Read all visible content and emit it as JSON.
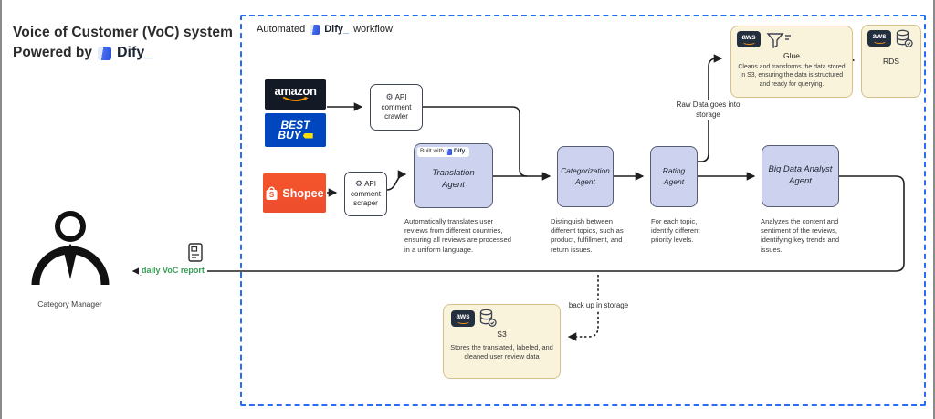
{
  "colors": {
    "frame_blue": "#2a6df4",
    "dify_blue": "#2f6bdf",
    "agent_fill": "#cdd3ef",
    "aws_fill": "#faf3dc",
    "aws_navy": "#232f3e",
    "aws_orange": "#f29111",
    "report_green": "#359e54",
    "amazon_bg": "#131a26",
    "bestbuy_blue": "#0046be",
    "bestbuy_yellow": "#ffe000",
    "shopee_orange": "#ee4d2d"
  },
  "title": {
    "line1": "Voice of Customer (VoC) system",
    "line2": "Powered by",
    "brand": "Dify",
    "brand_mark": "_"
  },
  "workflow_header": {
    "prefix": "Automated",
    "brand": "Dify",
    "brand_mark": "_",
    "suffix": "workflow"
  },
  "sources": {
    "amazon": "amazon",
    "bestbuy": [
      "BEST",
      "BUY"
    ],
    "shopee": "Shopee"
  },
  "crawler": {
    "line1": "API",
    "line2": "comment",
    "line3": "crawler"
  },
  "scraper": {
    "line1": "API",
    "line2": "comment",
    "line3": "scraper"
  },
  "icons": {
    "gear": "⚙"
  },
  "agents": {
    "translation": {
      "badge_prefix": "Built with",
      "badge_brand": "Dify.",
      "name": "Translation Agent",
      "desc": "Automatically translates user reviews from different countries, ensuring all reviews are processed in a uniform language."
    },
    "categorization": {
      "name": "Categorization Agent",
      "desc": "Distinguish between different topics, such as product, fulfillment, and return issues."
    },
    "rating": {
      "name": "Rating Agent",
      "desc": "For each topic, identify different priority levels."
    },
    "bigdata": {
      "name": "Big Data Analyst Agent",
      "desc": "Analyzes the content and sentiment of the reviews, identifying key trends and issues."
    }
  },
  "aws": {
    "logo": "aws",
    "glue": {
      "name": "Glue",
      "desc": "Cleans and transforms the data stored in S3, ensuring the data is structured and ready for querying."
    },
    "rds": {
      "name": "RDS"
    },
    "s3": {
      "name": "S3",
      "desc": "Stores the translated, labeled, and cleaned user review data"
    }
  },
  "labels": {
    "raw_data": "Raw Data goes into storage",
    "backup": "back up in storage",
    "report": "daily VoC report",
    "manager": "Category Manager"
  }
}
